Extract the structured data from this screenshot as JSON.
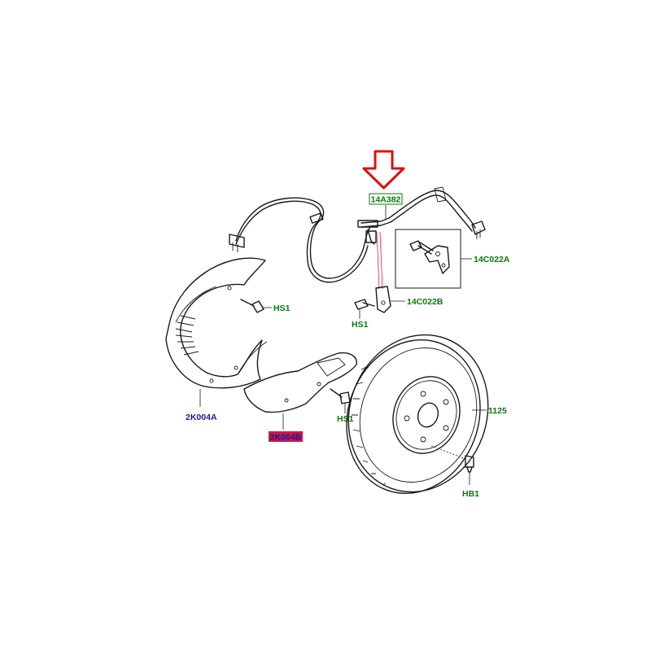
{
  "colors": {
    "green_label": "#0a7a0a",
    "blue_label": "#1a1a9a",
    "highlight_bg": "#c8184a",
    "arrow": "#e01010",
    "line": "#1a1a1a"
  },
  "labels": {
    "wire_harness": "14A382",
    "bracket_kit": "14C022A",
    "sensor_bracket": "14C022B",
    "bolt_top": "HS1",
    "bolt_sensor": "HS1",
    "bolt_lower_shield": "HS1",
    "shield_front": "2K004A",
    "shield_rear": "2K004B",
    "brake_disc": "1125",
    "disc_bolt": "HB1"
  }
}
